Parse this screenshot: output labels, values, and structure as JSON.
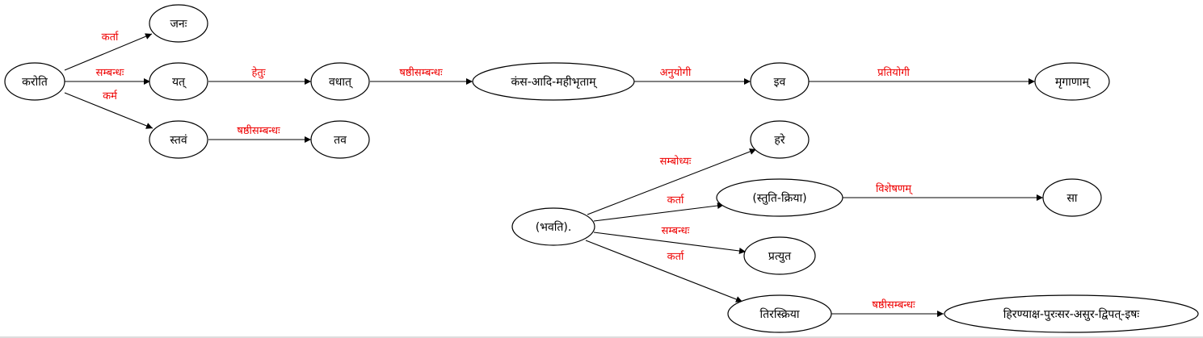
{
  "nodes": {
    "karoti": "करोति",
    "janah": "जनः",
    "yat": "यत्",
    "stavam": "स्तवं",
    "vadhat": "वधात्",
    "tava": "तव",
    "kamsa": "कंस-आदि-महीभृताम्",
    "iva": "इव",
    "mriganam": "मृगाणाम्",
    "hare": "हरे",
    "bhavati": "(भवति).",
    "stuti": "(स्तुति-क्रिया)",
    "sa": "सा",
    "pratyuta": "प्रत्युत",
    "tiraskriya": "तिरस्क्रिया",
    "hiranyaksha": "हिरण्याक्ष-पुरःसर-असुर-द्विपत्-इषः"
  },
  "edge_labels": {
    "karta": "कर्ता",
    "sambandhah": "सम्बन्धः",
    "karma": "कर्म",
    "hetuh": "हेतुः",
    "shashthi": "षष्ठीसम्बन्धः",
    "anuyogi": "अनुयोगी",
    "pratiyogi": "प्रतियोगी",
    "sambodhyah": "सम्बोध्यः",
    "visheshanam": "विशेषणम्"
  },
  "colors": {
    "node_stroke": "#000000",
    "edge": "#000000",
    "edge_label": "#ee0000"
  }
}
